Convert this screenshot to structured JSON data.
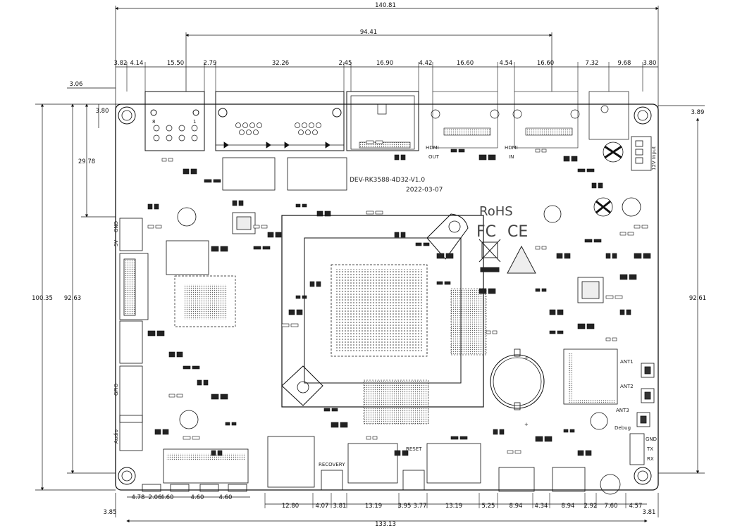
{
  "board": {
    "model": "DEV-RK3588-4D32-V1.0",
    "date": "2022-03-07"
  },
  "certifications": {
    "rohs": "RoHS",
    "fcc": "FC",
    "ce": "CE"
  },
  "connectors": {
    "hdmi_out": [
      "HDMI",
      "OUT"
    ],
    "hdmi_in": [
      "HDMI",
      "IN"
    ],
    "power_in": "12V Input",
    "recovery": "RECOVERY",
    "reset": "RESET",
    "debug": "Debug",
    "debug_pins": [
      "GND",
      "TX",
      "RX"
    ],
    "antennas": [
      "ANT1",
      "ANT2",
      "ANT3"
    ],
    "left_headers": [
      "GND",
      "5V",
      "GPIO",
      "Audio"
    ],
    "rj45_pins": [
      "8",
      "1"
    ]
  },
  "dimensions": {
    "overall_top": "140.81",
    "inner_top": "94.41",
    "top_segments": [
      "3.82",
      "4.14",
      "15.50",
      "2.79",
      "32.26",
      "2.45",
      "16.90",
      "4.42",
      "16.60",
      "4.54",
      "16.60",
      "7.32",
      "9.68",
      "3.80"
    ],
    "left_offset": "3.06",
    "left_hole": "3.80",
    "left_header": "29.78",
    "left_outer": "100.35",
    "left_inner": "92.63",
    "right_hole": "3.89",
    "right_inner": "92.61",
    "bottom_left": "3.85",
    "bottom_right": "3.81",
    "bottom_buttons": [
      "4.78",
      "2.06",
      "4.60",
      "4.60",
      "4.60"
    ],
    "bottom_segments": [
      "12.80",
      "4.07",
      "3.81",
      "13.19",
      "3.95",
      "3.77",
      "13.19",
      "5.25",
      "8.94",
      "4.34",
      "8.94",
      "2.92",
      "7.60",
      "4.57"
    ],
    "overall_bottom": "133.13"
  }
}
